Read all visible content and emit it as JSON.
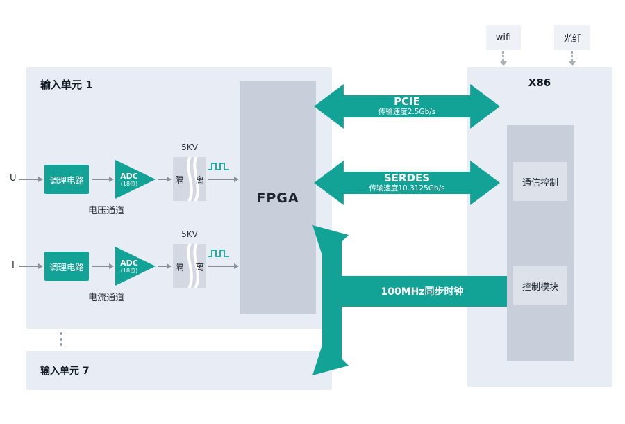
{
  "colors": {
    "teal": "#12a296",
    "panel_bg": "#e8edf5",
    "block_bg": "#c9cfda"
  },
  "peripherals": {
    "wifi": "wifi",
    "fiber": "光纤"
  },
  "input_unit_1": {
    "title": "输入单元 1",
    "fpga_label": "FPGA",
    "channels": [
      {
        "input_label": "U",
        "conditioning": "调理电路",
        "adc": "ADC",
        "adc_bits": "(18位)",
        "isolation_rating": "5KV",
        "isolation_left": "隔",
        "isolation_right": "离",
        "channel_name": "电压通道"
      },
      {
        "input_label": "I",
        "conditioning": "调理电路",
        "adc": "ADC",
        "adc_bits": "(18位)",
        "isolation_rating": "5KV",
        "isolation_left": "隔",
        "isolation_right": "离",
        "channel_name": "电流通道"
      }
    ]
  },
  "input_unit_7": {
    "title": "输入单元 7"
  },
  "x86": {
    "title": "X86",
    "modules": [
      {
        "label": "通信控制"
      },
      {
        "label": "控制模块"
      }
    ]
  },
  "buses": {
    "pcie": {
      "name": "PCIE",
      "speed": "传输速度2.5Gb/s"
    },
    "serdes": {
      "name": "SERDES",
      "speed": "传输速度10.3125Gb/s"
    },
    "clock": {
      "name": "100MHz同步时钟"
    }
  }
}
